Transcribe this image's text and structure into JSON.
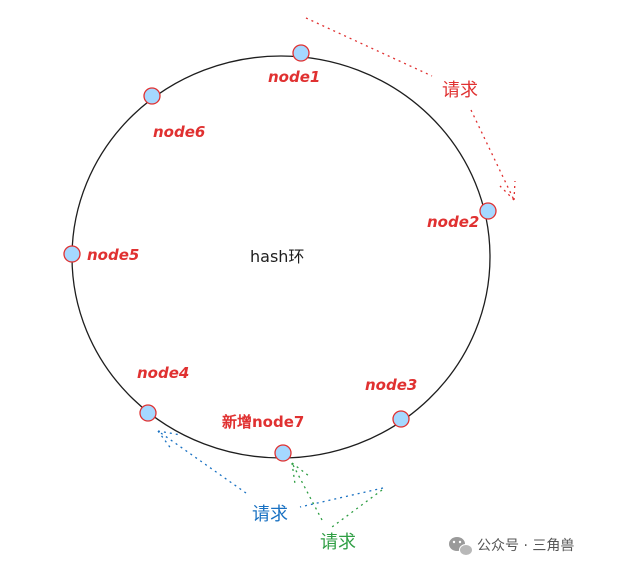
{
  "diagram": {
    "center_label": "hash环",
    "nodes": [
      {
        "label": "node1"
      },
      {
        "label": "node2"
      },
      {
        "label": "node3"
      },
      {
        "label": "新增node7"
      },
      {
        "label": "node4"
      },
      {
        "label": "node5"
      },
      {
        "label": "node6"
      }
    ],
    "requests": [
      {
        "label": "请求",
        "color": "#e03131"
      },
      {
        "label": "请求",
        "color": "#1971c2"
      },
      {
        "label": "请求",
        "color": "#2f9e44"
      }
    ],
    "colors": {
      "node_fill": "#a5d8ff",
      "node_stroke": "#e03131",
      "ring_stroke": "#1e1e1e"
    }
  },
  "watermark": {
    "text": "公众号 · 三角兽",
    "icon": "wechat-icon"
  }
}
